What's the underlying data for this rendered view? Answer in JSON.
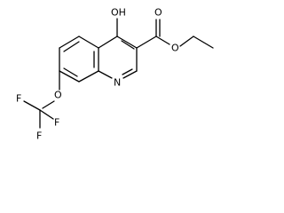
{
  "molecule": {
    "atoms": {
      "hydroxyl": "OH",
      "carbonyl_oxygen": "O",
      "ester_oxygen": "O",
      "ring_nitrogen": "N",
      "ether_oxygen": "O",
      "fluorine_1": "F",
      "fluorine_2": "F",
      "fluorine_3": "F"
    }
  },
  "colors": {
    "bond": "#000000",
    "label": "#000000",
    "background": "#ffffff"
  }
}
